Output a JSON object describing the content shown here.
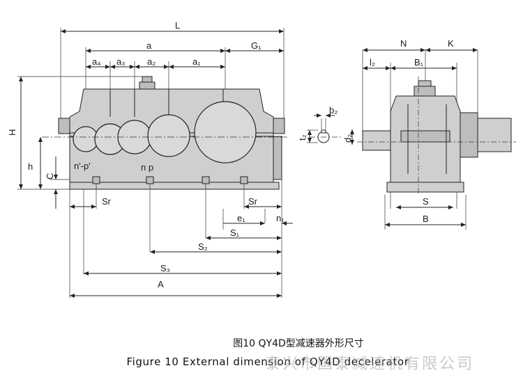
{
  "front_view": {
    "labels": {
      "L": "L",
      "a": "a",
      "G1": "G₁",
      "a4": "a₄",
      "a3": "a₃",
      "a2": "a₂",
      "a1": "a₁",
      "H": "H",
      "h": "h",
      "C": "C",
      "n_p_prime": "n'-p'",
      "n_p": "n p",
      "Sr_left": "Sr",
      "Sr_right": "Sr",
      "e1": "e₁",
      "n1": "n₁",
      "S1": "S₁",
      "S2": "S₂",
      "S3": "S₃",
      "A": "A"
    }
  },
  "keyway_detail": {
    "labels": {
      "b2": "b₂",
      "t2": "t₂",
      "d2": "d₂"
    }
  },
  "side_view": {
    "labels": {
      "N": "N",
      "K": "K",
      "l2": "l₂",
      "B1": "B₁",
      "S": "S",
      "B": "B"
    }
  },
  "caption": {
    "chinese": "图10 QY4D型减速器外形尺寸",
    "english": "Figure 10 External dimension of QY4D decelerator"
  },
  "watermark": "泰兴市国泰减速机有限公司"
}
